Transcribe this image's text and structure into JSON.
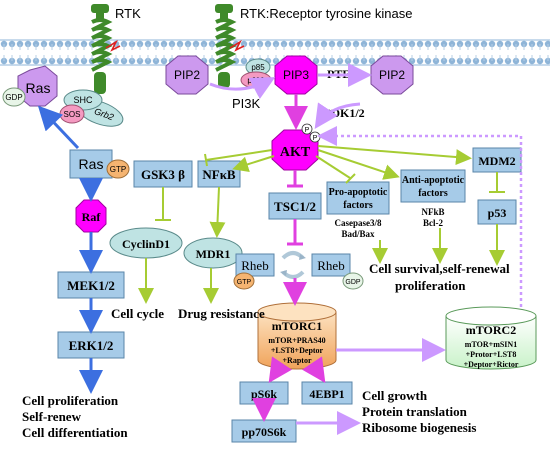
{
  "labels": {
    "rtk_left": "RTK",
    "rtk_right": "RTK:Receptor tyrosine kinase",
    "gdp_ras": "GDP",
    "ras_top": "Ras",
    "shc": "SHC",
    "sos": "SOS",
    "grb2": "Grb2",
    "pip2_left": "PIP2",
    "p85": "p85",
    "p110": "p110",
    "pip3": "PIP3",
    "pten": "PTEN",
    "pip2_right": "PIP2",
    "pi3k": "PI3K",
    "pdk": "PDK1/2",
    "akt": "AKT",
    "p1": "P",
    "p2": "P",
    "ras_mid": "Ras",
    "gtp_ras": "GTP",
    "gsk3": "GSK3 β",
    "nfkb": "NFκB",
    "tsc": "TSC1/2",
    "pro1": "Pro-apoptotic",
    "pro2": "factors",
    "anti1": "Anti-apoptotic",
    "anti2": "factors",
    "mdm2": "MDM2",
    "p53": "p53",
    "casp1": "Casepase3/8",
    "casp2": "Bad/Bax",
    "nfkb_bcl1": "NFkB",
    "nfkb_bcl2": "Bcl-2",
    "raf": "Raf",
    "cyclin": "CyclinD1",
    "mdr1": "MDR1",
    "rheb_left": "Rheb",
    "rheb_right": "Rheb",
    "gtp_rheb": "GTP",
    "gdp_rheb": "GDP",
    "survival1": "Cell survival,self-renewal",
    "survival2": "proliferation",
    "mek": "MEK1/2",
    "cell_cycle": "Cell cycle",
    "drug": "Drug resistance",
    "mtorc1": "mTORC1",
    "mtorc1_c1": "mTOR+PRAS40",
    "mtorc1_c2": "+LST8+Deptor",
    "mtorc1_c3": "+Raptor",
    "mtorc2": "mTORC2",
    "mtorc2_c1": "mTOR+mSIN1",
    "mtorc2_c2": "+Protor+LST8",
    "mtorc2_c3": "+Deptor+Rictor",
    "erk": "ERK1/2",
    "ps6k": "pS6k",
    "ebp1": "4EBP1",
    "growth1": "Cell growth",
    "growth2": "Protein translation",
    "growth3": "Ribosome biogenesis",
    "pp70": "pp70S6k",
    "prolif1": "Cell proliferation",
    "prolif2": "Self-renew",
    "prolif3": "Cell differentiation"
  },
  "colors": {
    "box_fill": "#a6cbe8",
    "box_stroke": "#5a86a8",
    "magenta": "#ff00ff",
    "violet": "#cc99ee",
    "violet_stroke": "#7a4a9a",
    "teal": "#bfe3e3",
    "green_ellipse": "#d7f6d7",
    "mtor_orange": "#f5b471",
    "pink": "#f49ac1",
    "arrow_blue": "#3c6fe0",
    "arrow_magenta": "#e040e0",
    "arrow_violet": "#cc99ff",
    "arrow_green": "#a6cc33",
    "helix_green": "#3f8a2a",
    "membrane": "#8fb5d8"
  }
}
